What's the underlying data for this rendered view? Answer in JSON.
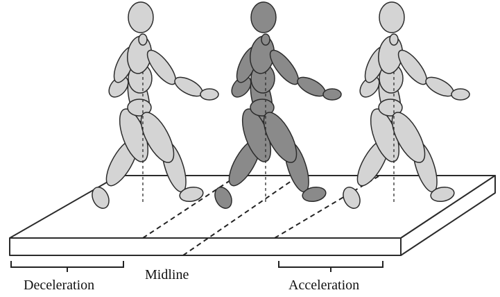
{
  "labels": {
    "deceleration": "Deceleration",
    "midline": "Midline",
    "acceleration": "Acceleration"
  },
  "colors": {
    "light_figure_fill": "#d4d4d4",
    "dark_figure_fill": "#8a8a8a",
    "outline": "#2b2b2b",
    "platform_fill": "#ffffff"
  }
}
